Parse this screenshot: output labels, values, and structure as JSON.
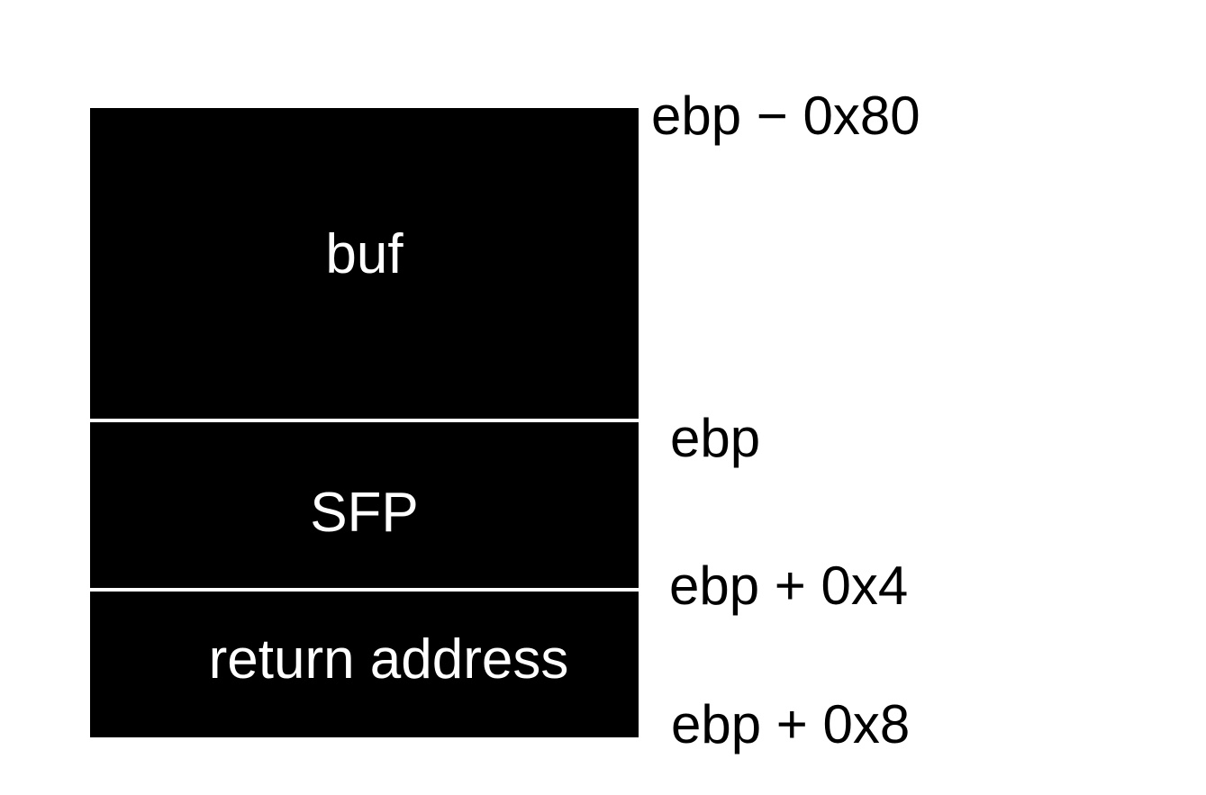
{
  "stack_diagram": {
    "box": {
      "sections": [
        {
          "label": "buf"
        },
        {
          "label": "SFP"
        },
        {
          "label": "return address"
        }
      ]
    },
    "address_labels": [
      {
        "text": "ebp − 0x80"
      },
      {
        "text": "ebp"
      },
      {
        "text": "ebp + 0x4"
      },
      {
        "text": "ebp + 0x8"
      }
    ],
    "colors": {
      "page_background": "#ffffff",
      "box_fill": "#000000",
      "box_text": "#ffffff",
      "divider": "#ffffff",
      "address_text": "#000000"
    }
  }
}
